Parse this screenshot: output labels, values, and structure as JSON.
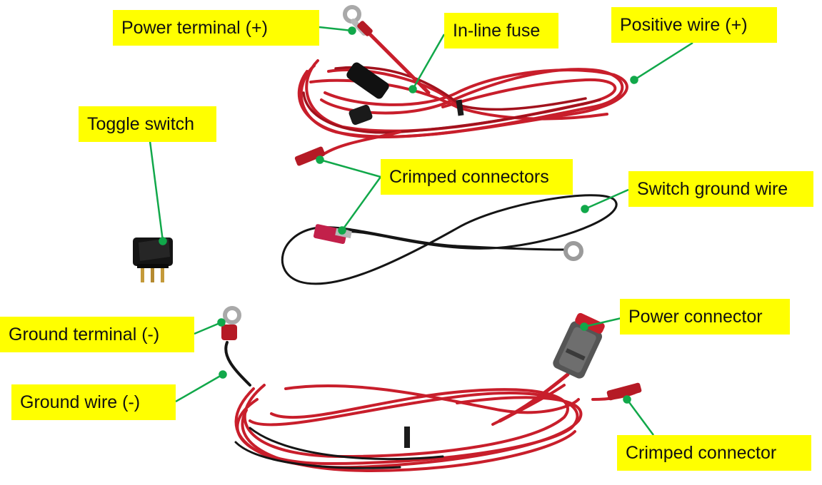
{
  "labels": {
    "power_terminal": "Power terminal (+)",
    "inline_fuse": "In-line fuse",
    "positive_wire": "Positive wire (+)",
    "toggle_switch": "Toggle switch",
    "crimped_connectors": "Crimped connectors",
    "switch_ground_wire": "Switch ground wire",
    "ground_terminal": "Ground terminal (-)",
    "power_connector": "Power connector",
    "ground_wire": "Ground wire (-)",
    "crimped_connector": "Crimped connector"
  },
  "colors": {
    "label_background": "#ffff00",
    "leader_line": "#11a84a",
    "red_wire": "#c81e2b",
    "black_wire": "#151515"
  }
}
